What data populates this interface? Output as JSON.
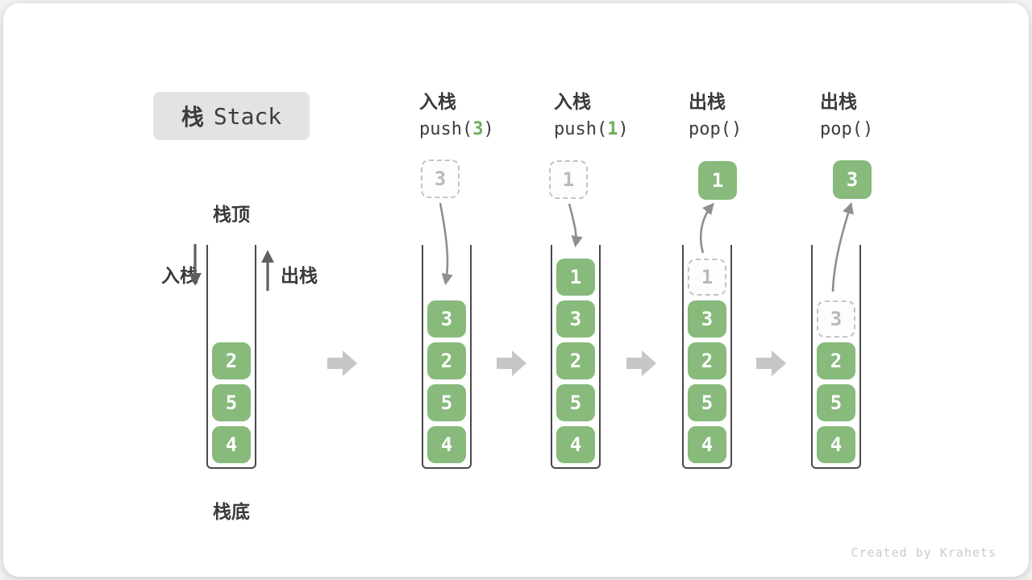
{
  "title": {
    "zh": "栈",
    "en": "Stack"
  },
  "labels": {
    "stack_top": "栈顶",
    "stack_bottom": "栈底",
    "push_side": "入栈",
    "pop_side": "出栈"
  },
  "operations": [
    {
      "label": "入栈",
      "code_pre": "push(",
      "code_arg": "3",
      "code_post": ")"
    },
    {
      "label": "入栈",
      "code_pre": "push(",
      "code_arg": "1",
      "code_post": ")"
    },
    {
      "label": "出栈",
      "code_pre": "pop(",
      "code_arg": "",
      "code_post": ")"
    },
    {
      "label": "出栈",
      "code_pre": "pop(",
      "code_arg": "",
      "code_post": ")"
    }
  ],
  "stacks": [
    {
      "cells": [
        "2",
        "5",
        "4"
      ]
    },
    {
      "floating": "3",
      "cells": [
        "3",
        "2",
        "5",
        "4"
      ]
    },
    {
      "floating": "1",
      "cells": [
        "1",
        "3",
        "2",
        "5",
        "4"
      ]
    },
    {
      "floating": "1",
      "ghost": "1",
      "cells": [
        "3",
        "2",
        "5",
        "4"
      ]
    },
    {
      "floating": "3",
      "ghost": "3",
      "cells": [
        "2",
        "5",
        "4"
      ]
    }
  ],
  "footer": "Created by Krahets",
  "colors": {
    "cell_green": "#87ba7b",
    "arg_green": "#6fad5c",
    "ghost_gray": "#b9b9b9",
    "block_arrow_gray": "#c6c6c6",
    "curve_arrow_gray": "#8f8f8f",
    "container_border": "#4a4a4a",
    "title_box_bg": "#e3e3e3",
    "text_dark": "#3a3a3a"
  }
}
